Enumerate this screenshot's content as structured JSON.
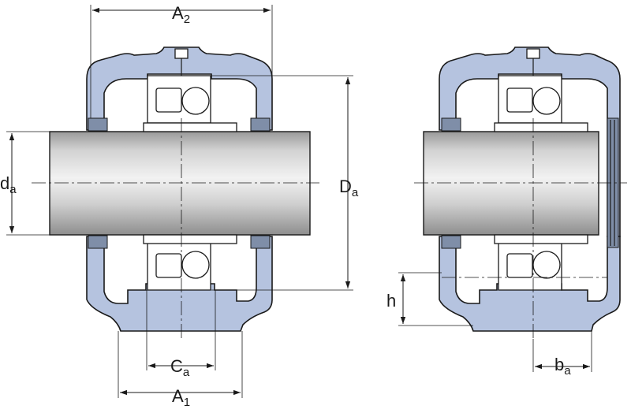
{
  "labels": {
    "A2": {
      "main": "A",
      "sub": "2"
    },
    "A1": {
      "main": "A",
      "sub": "1"
    },
    "Ca": {
      "main": "C",
      "sub": "a"
    },
    "da": {
      "main": "d",
      "sub": "a"
    },
    "Da": {
      "main": "D",
      "sub": "a"
    },
    "h": {
      "main": "h",
      "sub": ""
    },
    "ba": {
      "main": "b",
      "sub": "a"
    }
  },
  "colors": {
    "housing": "#b5c3df",
    "line": "#1a1a1a",
    "background": "#ffffff"
  }
}
